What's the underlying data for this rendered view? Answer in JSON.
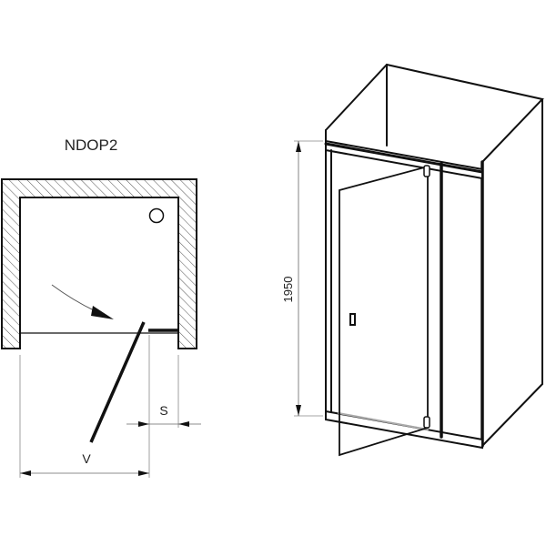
{
  "plan_view": {
    "title": "NDOP2",
    "dimension_v": "V",
    "dimension_s": "S"
  },
  "perspective_view": {
    "height_dimension": "1950"
  },
  "colors": {
    "line": "#111111",
    "dim_line": "#666666",
    "hatch": "#555555",
    "background": "#ffffff"
  }
}
